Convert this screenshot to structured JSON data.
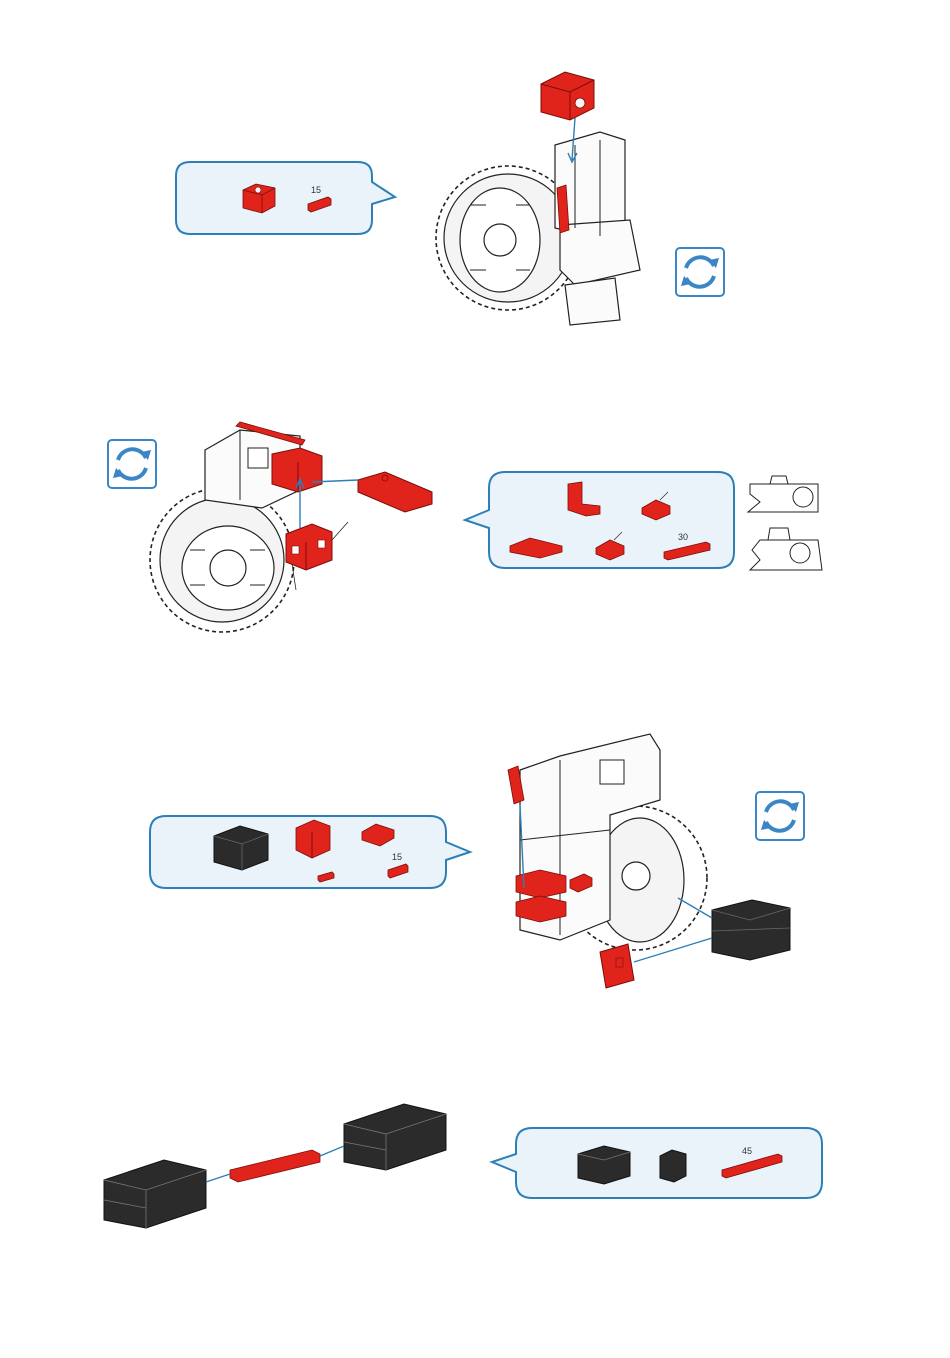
{
  "colors": {
    "part_red": "#e0241b",
    "part_red_dark": "#a3140e",
    "part_black": "#2b2b2b",
    "bubble_fill": "#eaf3fa",
    "bubble_stroke": "#2d7fb8",
    "arrow_blue": "#2d7fb8",
    "rotate_icon_blue": "#3b86c6"
  },
  "steps": [
    {
      "parts_bubble": {
        "parts": [
          {
            "icon": "red-building-block-15-icon",
            "label": ""
          },
          {
            "icon": "red-strip-15-icon",
            "label": "15"
          }
        ]
      },
      "rotate_icon": "rotate-model-icon"
    },
    {
      "parts_bubble": {
        "parts": [
          {
            "icon": "red-angle-block-icon",
            "label": ""
          },
          {
            "icon": "red-small-plate-icon",
            "label": ""
          },
          {
            "icon": "red-flat-plate-icon",
            "label": ""
          },
          {
            "icon": "red-small-plate-icon",
            "label": ""
          },
          {
            "icon": "red-strip-30-icon",
            "label": "30"
          }
        ]
      },
      "rotate_icon": "rotate-model-icon",
      "orientation_icons": [
        "orientation-hint-a-icon",
        "orientation-hint-b-icon"
      ]
    },
    {
      "parts_bubble": {
        "parts": [
          {
            "icon": "black-building-block-30-icon",
            "label": ""
          },
          {
            "icon": "red-cross-block-icon",
            "label": ""
          },
          {
            "icon": "red-small-plate-icon",
            "label": ""
          },
          {
            "icon": "red-pin-icon",
            "label": ""
          },
          {
            "icon": "red-strip-15-icon",
            "label": "15"
          }
        ]
      },
      "rotate_icon": "rotate-model-icon"
    },
    {
      "parts_bubble": {
        "parts": [
          {
            "icon": "black-building-block-30-icon",
            "label": ""
          },
          {
            "icon": "black-building-block-15-icon",
            "label": ""
          },
          {
            "icon": "red-strip-45-icon",
            "label": "45"
          }
        ]
      }
    }
  ]
}
